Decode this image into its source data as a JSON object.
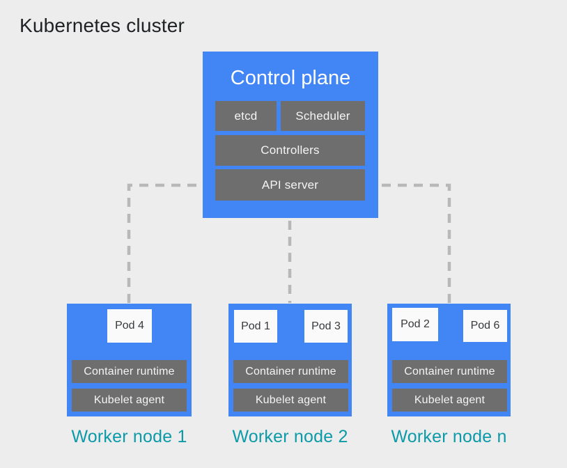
{
  "page": {
    "title": "Kubernetes cluster"
  },
  "colors": {
    "background": "#ededee",
    "node_blue": "#4285f4",
    "component_gray": "#6e6e6e",
    "pod_white": "#fafafa",
    "dashed_connector": "#b8b8b8",
    "worker_label_teal": "#0d9aa8",
    "title_text": "#1f2124"
  },
  "control_plane": {
    "title": "Control plane",
    "etcd": "etcd",
    "scheduler": "Scheduler",
    "controllers": "Controllers",
    "api_server": "API server"
  },
  "worker_nodes": [
    {
      "label": "Worker node 1",
      "pods": [
        "Pod 4"
      ],
      "container_runtime": "Container runtime",
      "kubelet_agent": "Kubelet agent"
    },
    {
      "label": "Worker node 2",
      "pods": [
        "Pod 1",
        "Pod 3"
      ],
      "container_runtime": "Container runtime",
      "kubelet_agent": "Kubelet agent"
    },
    {
      "label": "Worker node n",
      "pods": [
        "Pod 2",
        "Pod 6"
      ],
      "container_runtime": "Container runtime",
      "kubelet_agent": "Kubelet agent"
    }
  ]
}
